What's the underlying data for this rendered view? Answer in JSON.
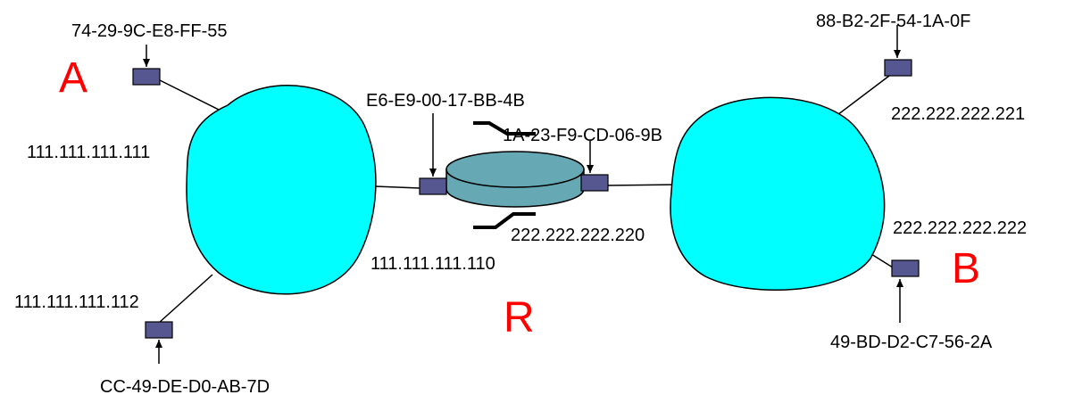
{
  "nodes": {
    "host_a": {
      "name": "A",
      "mac": "74-29-9C-E8-FF-55",
      "ip": "111.111.111.111"
    },
    "host_a2": {
      "mac": "CC-49-DE-D0-AB-7D",
      "ip": "111.111.111.112"
    },
    "host_b": {
      "name": "B",
      "mac": "49-BD-D2-C7-56-2A",
      "ip": "222.222.222.222"
    },
    "host_b2": {
      "mac": "88-B2-2F-54-1A-0F",
      "ip": "222.222.222.221"
    },
    "router": {
      "name": "R",
      "left_mac": "E6-E9-00-17-BB-4B",
      "left_ip": "111.111.111.110",
      "right_mac": "1A-23-F9-CD-06-9B",
      "right_ip": "222.222.222.220"
    }
  },
  "colors": {
    "cloud_fill": "#00ffff",
    "adapter_fill": "#565690",
    "router_fill": "#66a9b5",
    "node_letter": "#ff0000"
  }
}
